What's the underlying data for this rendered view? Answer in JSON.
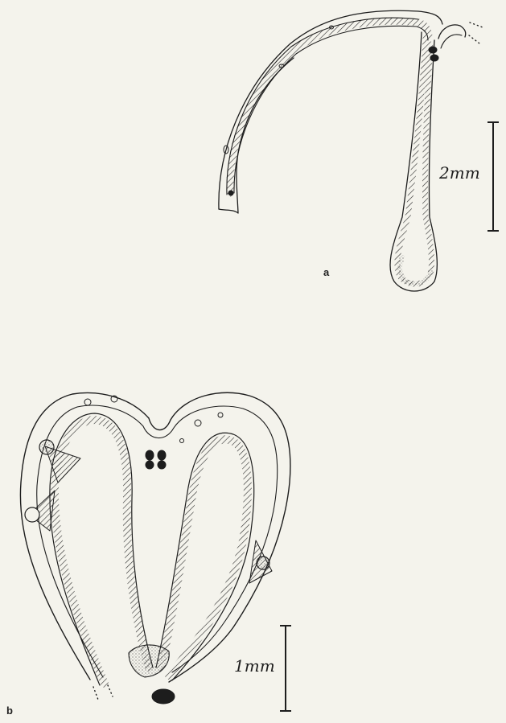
{
  "panels": [
    {
      "label": "a",
      "scale_label": "2mm"
    },
    {
      "label": "b",
      "scale_label": "1mm"
    }
  ],
  "colors": {
    "ink": "#1d1d1d",
    "paper": "#f4f3ec",
    "stipple": "#c9c6b8"
  }
}
